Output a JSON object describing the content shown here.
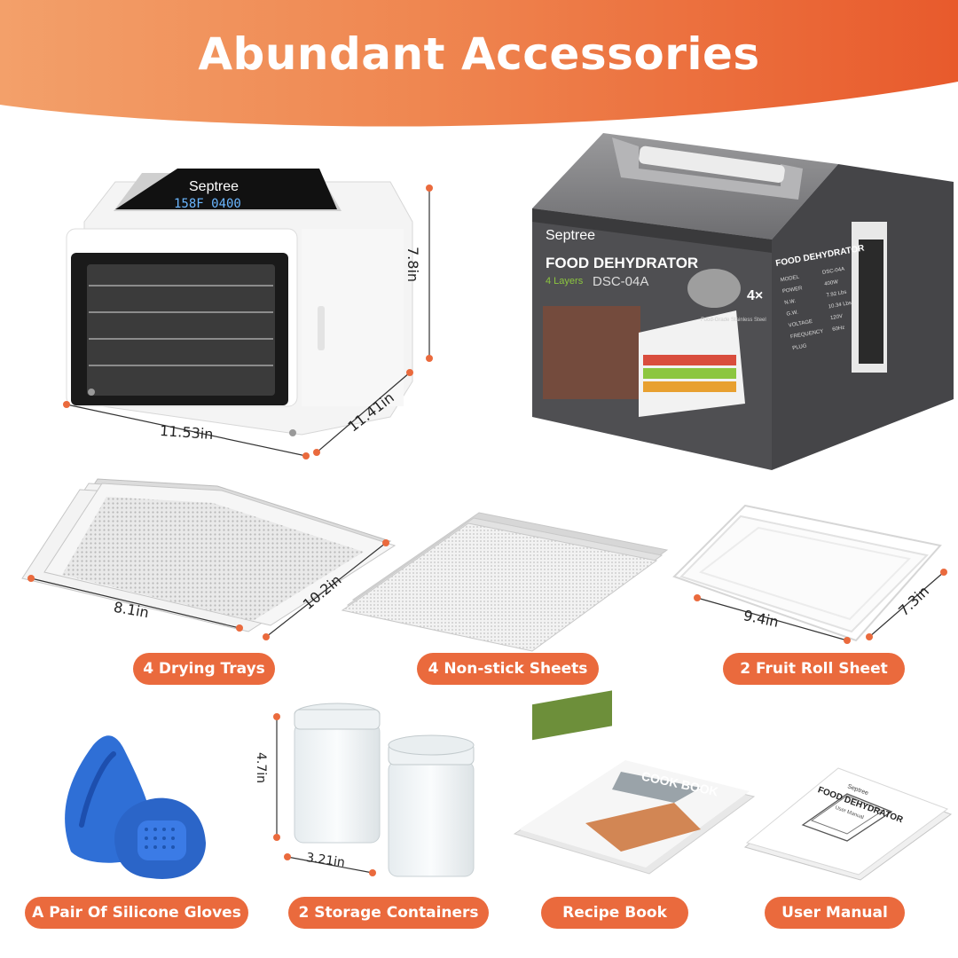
{
  "header": {
    "title": "Abundant Accessories"
  },
  "dehydrator": {
    "brand": "Septree",
    "display": "158F 0400",
    "height": "7.8in",
    "width": "11.53in",
    "depth": "11.41in"
  },
  "box": {
    "brand": "Septree",
    "product": "FOOD DEHYDRATOR",
    "layers": "4 Layers",
    "model": "DSC-04A",
    "tray_count": "4×",
    "tray_note": "Food-Grade Stainless Steel",
    "spec_title": "FOOD DEHYDRATOR",
    "specs": [
      {
        "k": "MODEL",
        "v": "DSC-04A"
      },
      {
        "k": "POWER",
        "v": "400W"
      },
      {
        "k": "N.W.",
        "v": "7.92 Lbs"
      },
      {
        "k": "G.W.",
        "v": "10.34 Lbs"
      },
      {
        "k": "VOLTAGE",
        "v": "120V"
      },
      {
        "k": "FREQUENCY",
        "v": "60Hz"
      },
      {
        "k": "PLUG",
        "v": ""
      }
    ]
  },
  "trays": {
    "label": "4 Drying Trays",
    "width": "8.1in",
    "depth": "10.2in"
  },
  "sheets": {
    "label": "4 Non-stick Sheets"
  },
  "fruit": {
    "label": "2 Fruit Roll Sheet",
    "width": "9.4in",
    "depth": "7.3in"
  },
  "gloves": {
    "label": "A Pair Of Silicone Gloves"
  },
  "containers": {
    "label": "2 Storage Containers",
    "height": "4.7in",
    "width": "3.21in"
  },
  "recipe": {
    "label": "Recipe Book",
    "cover": "COOK BOOK"
  },
  "manual": {
    "label": "User Manual",
    "brand": "Septree",
    "title": "FOOD DEHYDRATOR",
    "sub": "User Manual"
  },
  "colors": {
    "accent": "#ea6a3d",
    "glove": "#2f6fd6",
    "box": "#4a4a4c"
  }
}
